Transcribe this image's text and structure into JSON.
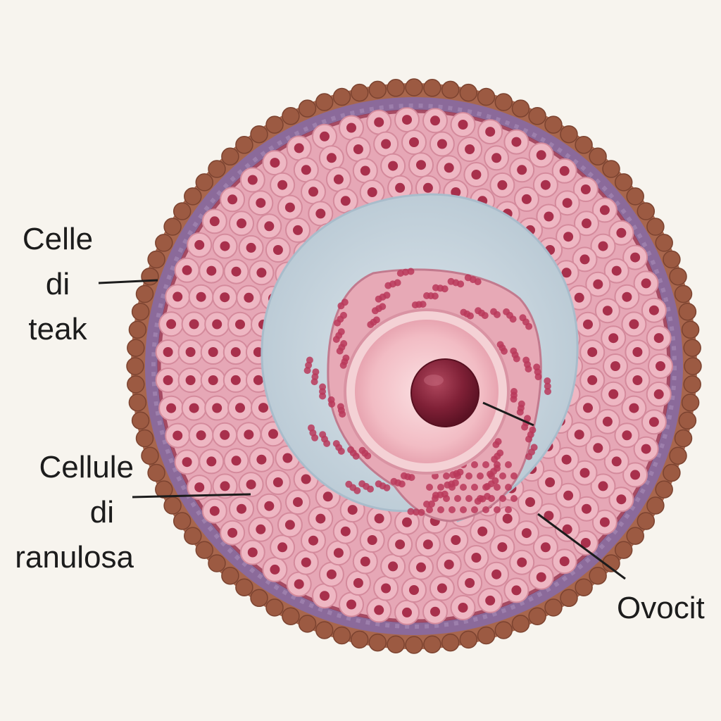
{
  "labels": {
    "theca": [
      "Celle",
      "di",
      "teak"
    ],
    "granulosa": [
      "Cellule",
      "di",
      "ranulosa"
    ],
    "oocyte": "Ovocit"
  },
  "colors": {
    "background": "#f7f4ee",
    "theca_externa": "#a8664d",
    "theca_interna": "#8b6a9a",
    "granulosa": "#e6a7b6",
    "granulosa_nuclei": "#a8304c",
    "antrum": "#c9d6df",
    "zona_pellucida": "#f1c9cf",
    "ooplasm": "#edb3bd",
    "nucleus": "#7a1f33",
    "leader_line": "#1c1c1c"
  }
}
